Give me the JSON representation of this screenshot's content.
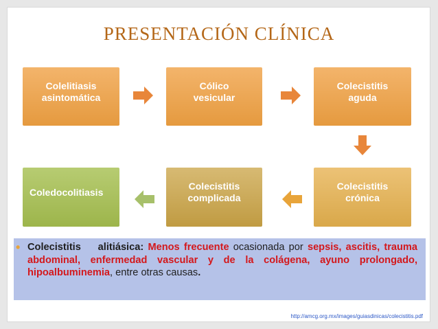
{
  "slide": {
    "title": "PRESENTACIÓN CLÍNICA",
    "flow": {
      "box1": "Colelitiasis\nasintomática",
      "box2": "Cólico\nvesicular",
      "box3": "Colecistitis\naguda",
      "box4": "Colecistitis\ncrónica",
      "box5": "Colecistitis\ncomplicada",
      "box6": "Coledocolitiasis"
    },
    "bullet": {
      "marker": "•",
      "term": "Colecistitis    alitiásica:",
      "highlight1": "Menos frecuente",
      "text1": "ocasionada por",
      "highlight2": "sepsis,  ascitis, trauma abdominal, enfermedad vascular y de la colágena, ayuno prolongado, hipoalbuminemia",
      "text2": ", entre otras causas",
      "end": "."
    },
    "source": "http://amcg.org.mx/images/guiasdinicas/colecistitis.pdf",
    "colors": {
      "title": "#b46718",
      "box_orange": "#e59a3f",
      "box_green": "#9db54b",
      "arrow": "#e8863a",
      "arrow_green": "#a7c06a",
      "bullet_bg": "#b5c2e8",
      "highlight": "#d4181c",
      "link": "#2b57c6"
    }
  }
}
